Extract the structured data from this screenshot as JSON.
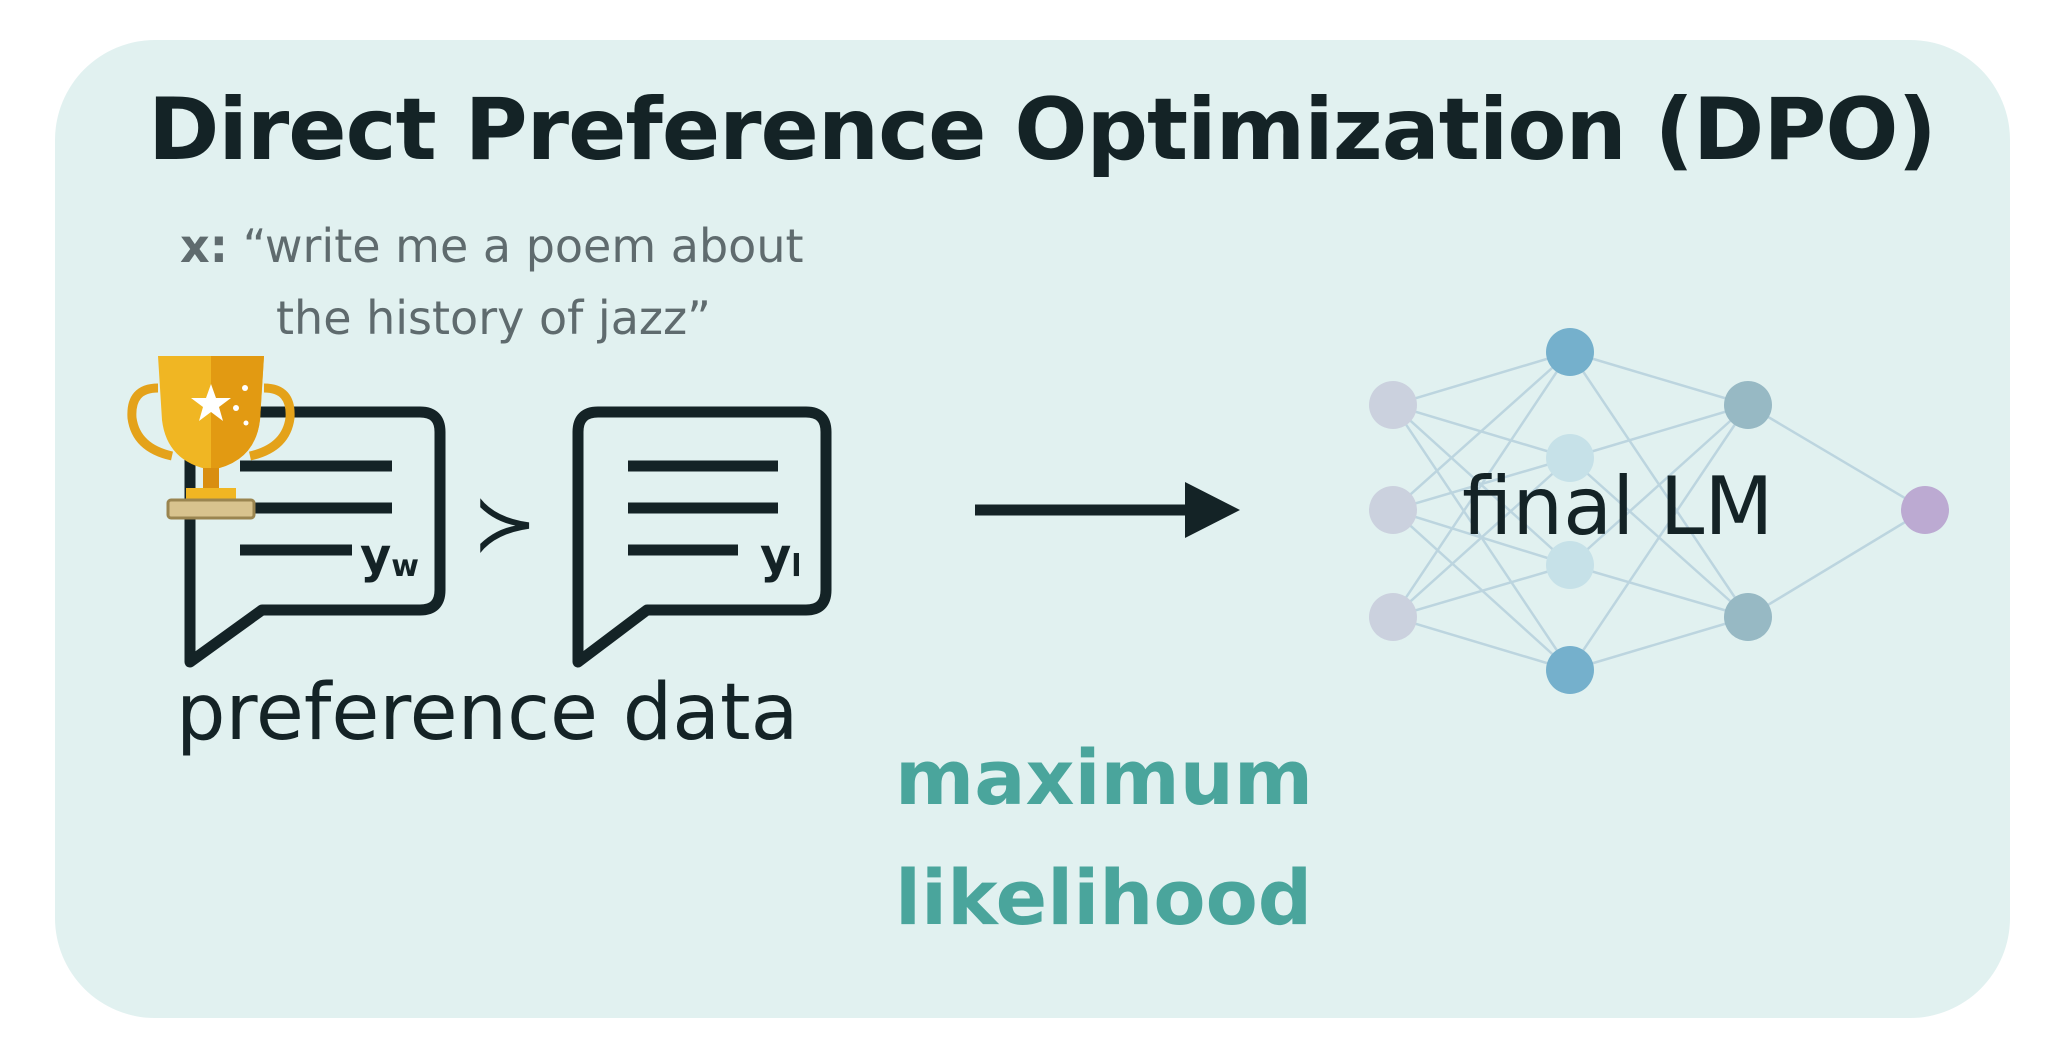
{
  "title": "Direct Preference Optimization (DPO)",
  "prompt": {
    "key": "x:",
    "line1": "“write me a poem about",
    "line2": "the history of jazz”"
  },
  "preference": {
    "winner_sub": "w",
    "loser_sub": "l",
    "comparison_symbol": "≻",
    "label": "preference data"
  },
  "method": {
    "line1": "maximum",
    "line2": "likelihood"
  },
  "model": {
    "label": "final LM"
  },
  "icons": [
    "trophy-icon",
    "chat-bubble-icon",
    "arrow-right-icon",
    "neural-network-icon"
  ],
  "colors": {
    "panel": "#e1f1f0",
    "accent": "#4aa59c",
    "ink": "#142326",
    "trophy": "#e4a21a"
  }
}
